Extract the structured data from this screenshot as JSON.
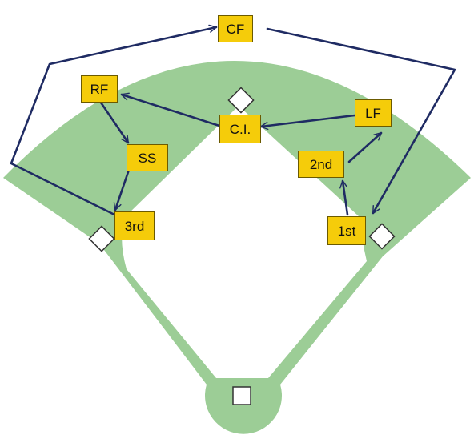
{
  "colors": {
    "grass": "#9ccd96",
    "infield_dirt": "#ffffff",
    "base": "#ffffff",
    "base_outline": "#333333",
    "arrow": "#1f2b63",
    "label_fill": "#f5cc0a",
    "label_border": "#6b5a00"
  },
  "positions": {
    "cf": "CF",
    "rf": "RF",
    "lf": "LF",
    "ss": "SS",
    "ci": "C.I.",
    "second": "2nd",
    "third": "3rd",
    "first": "1st"
  },
  "rotation_arrows": [
    {
      "from": "C.I.",
      "to": "RF"
    },
    {
      "from": "RF",
      "to": "SS"
    },
    {
      "from": "SS",
      "to": "3rd"
    },
    {
      "from": "3rd",
      "to": "CF"
    },
    {
      "from": "CF",
      "to": "1st"
    },
    {
      "from": "1st",
      "to": "2nd"
    },
    {
      "from": "2nd",
      "to": "LF"
    },
    {
      "from": "LF",
      "to": "C.I."
    }
  ]
}
